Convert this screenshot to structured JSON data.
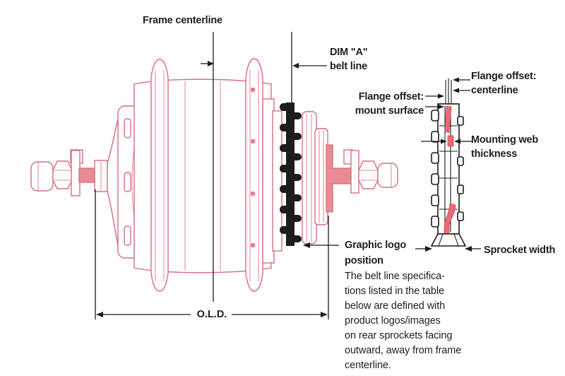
{
  "colors": {
    "pink_stroke": "#d4707c",
    "pink_fill": "#ea8a92",
    "ink": "#1d1d26",
    "ink_line": "#1c1c1c",
    "red_web": "#ea6a73"
  },
  "diagram": {
    "frame_centerline": "Frame centerline",
    "dim_a": {
      "line1": "DIM \"A\"",
      "line2": "belt line"
    },
    "flange_offset_centerline": {
      "line1": "Flange offset:",
      "line2": "centerline"
    },
    "flange_offset_mount": {
      "line1": "Flange offset:",
      "line2": "mount surface"
    },
    "mounting_web": {
      "line1": "Mounting web",
      "line2": "thickness"
    },
    "sprocket_width": "Sprocket width",
    "graphic_logo": {
      "line1": "Graphic logo",
      "line2": "position"
    },
    "old_label": "O.L.D.",
    "note_lines": [
      "The belt line specifica-",
      "tions listed in the table",
      "below are defined with",
      "product logos/images",
      "on rear sprockets facing",
      "outward, away from frame",
      "centerline."
    ]
  }
}
